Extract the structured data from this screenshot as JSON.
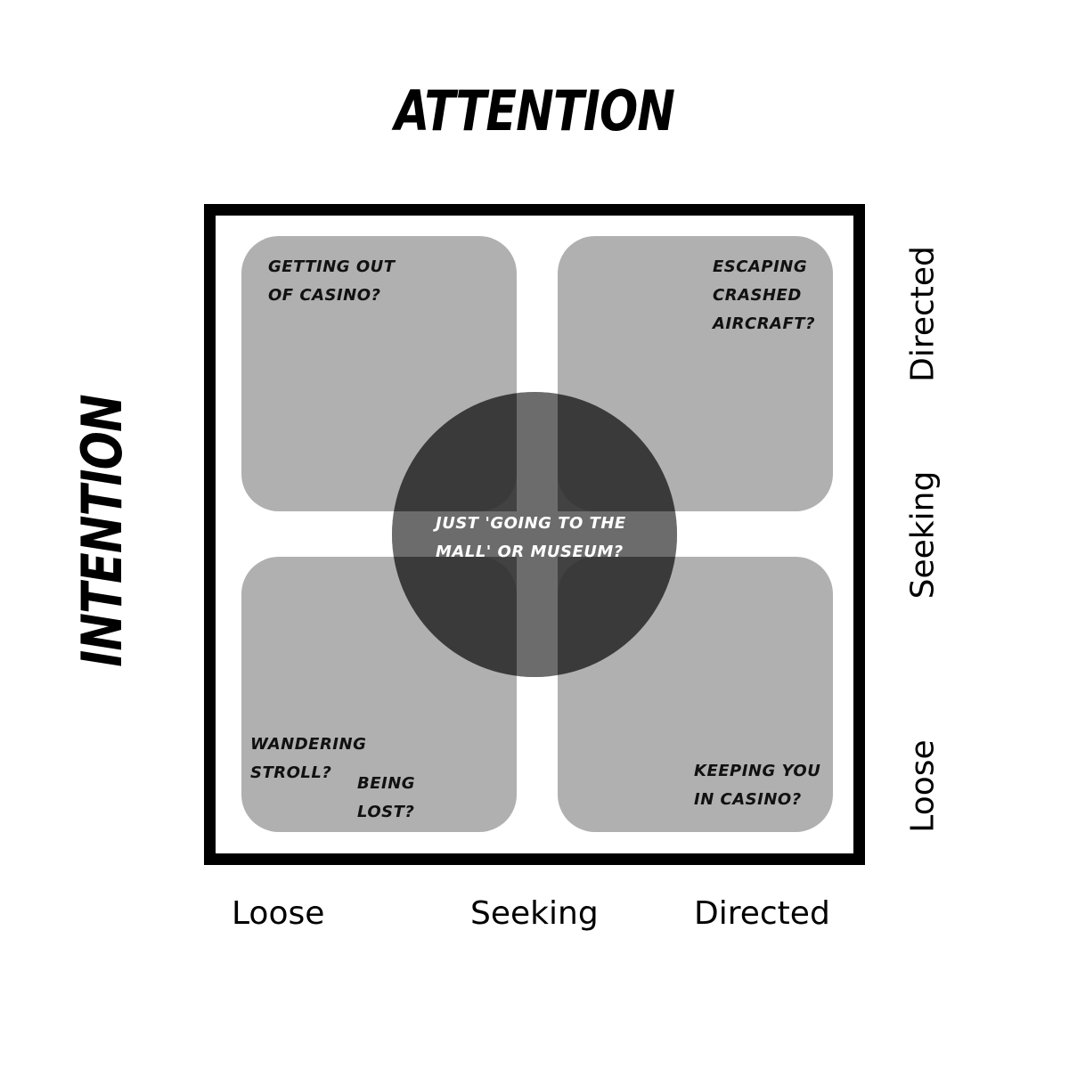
{
  "diagram": {
    "x_axis_title": "ATTENTION",
    "y_axis_title": "INTENTION",
    "x_ticks": [
      "Loose",
      "Seeking",
      "Directed"
    ],
    "y_ticks": [
      "Directed",
      "Seeking",
      "Loose"
    ],
    "quadrants": {
      "top_left": "GETTING OUT\nOF CASINO?",
      "top_right": "ESCAPING\nCRASHED\nAIRCRAFT?",
      "bottom_left_a": "WANDERING\nSTROLL?",
      "bottom_left_b": "BEING\nLOST?",
      "bottom_right": "KEEPING YOU\nIN CASINO?"
    },
    "center": "JUST 'GOING TO THE\nMALL' OR MUSEUM?",
    "colors": {
      "frame": "#000000",
      "quadrant_fill": "#8f8f8f",
      "circle_fill": "#2e2e2e",
      "background": "#ffffff"
    }
  }
}
